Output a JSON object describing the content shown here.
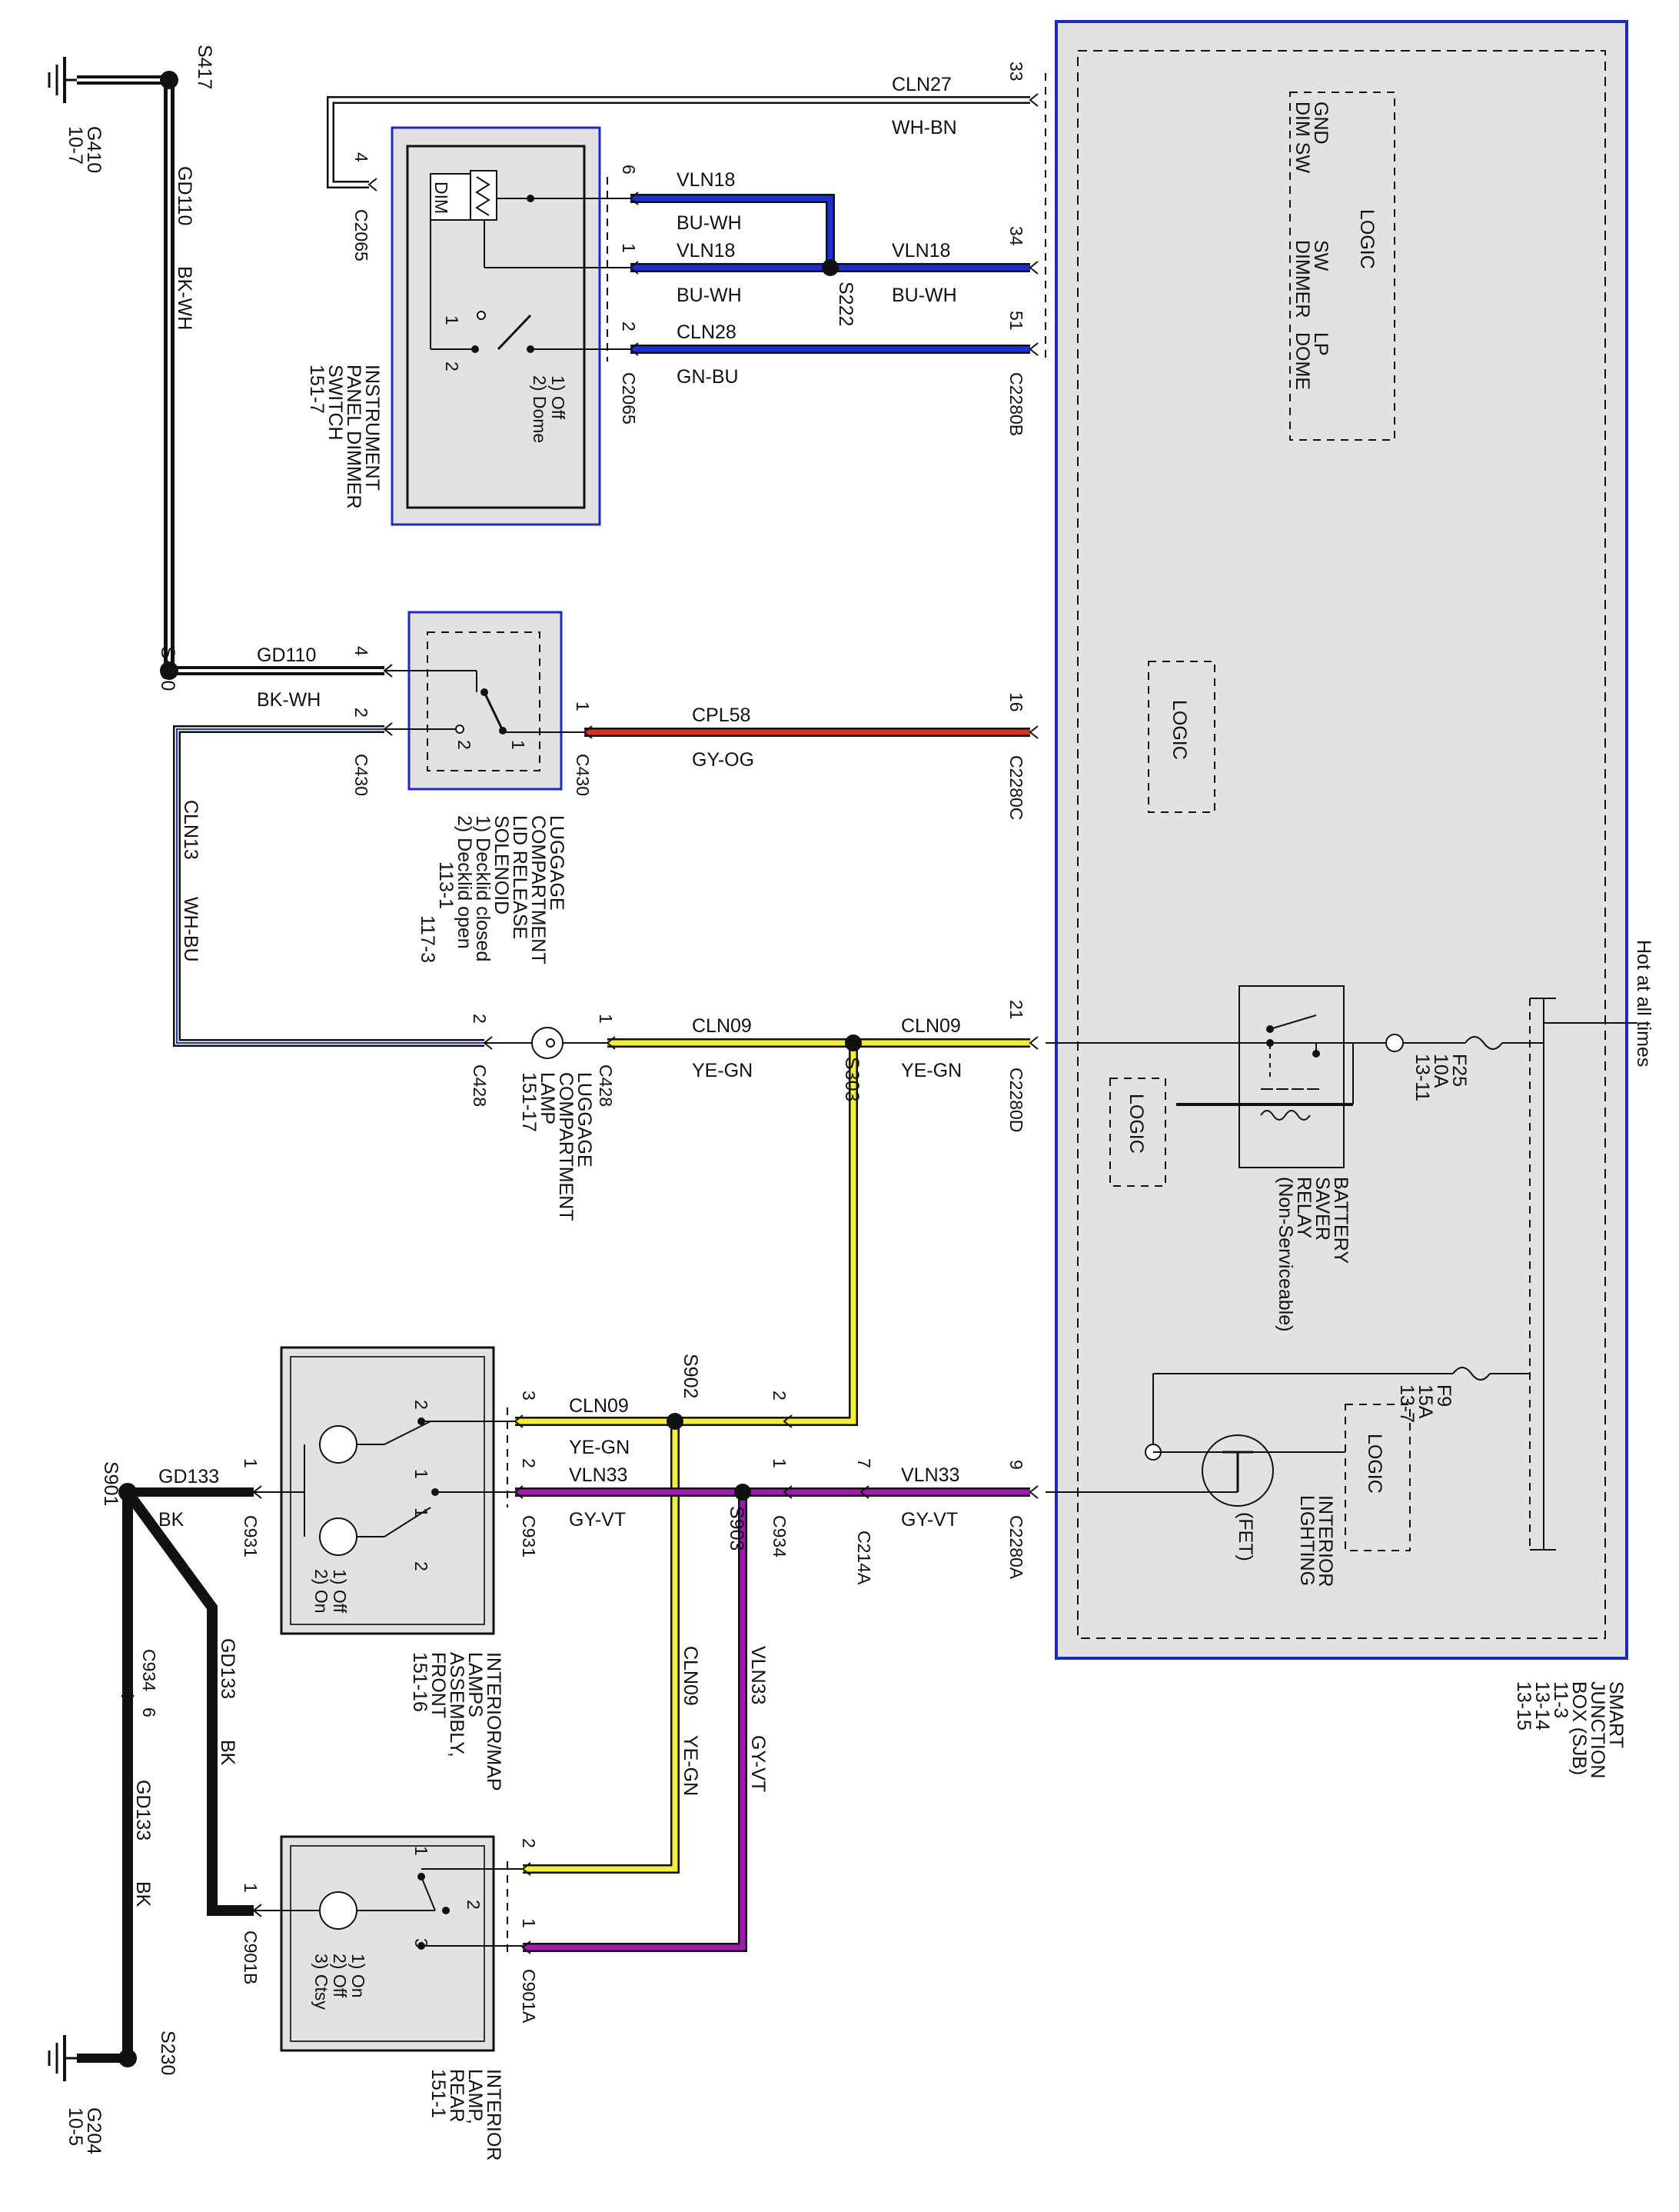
{
  "module": {
    "name_lines": [
      "SMART",
      "JUNCTION",
      "BOX (SJB)",
      "11-3",
      "13-14",
      "13-15"
    ],
    "hot_label": "Hot at all times",
    "logic_label": "LOGIC",
    "logic_top_lines": [
      "DIM SW",
      "GND",
      "DIMMER",
      "SW",
      "DOME",
      "LP"
    ],
    "fuse_f25": [
      "F25",
      "10A",
      "13-11"
    ],
    "fuse_f9": [
      "F9",
      "15A",
      "13-7"
    ],
    "battery_saver_relay": [
      "BATTERY",
      "SAVER",
      "RELAY",
      "(Non-Serviceable)"
    ],
    "interior_lighting": [
      "INTERIOR",
      "LIGHTING",
      "(FET)"
    ]
  },
  "connectors": {
    "c2280b": "C2280B",
    "c2280c": "C2280C",
    "c2280d": "C2280D",
    "c2280a": "C2280A",
    "c2065": "C2065",
    "c430": "C430",
    "c428": "C428",
    "c931": "C931",
    "c934": "C934",
    "c214a": "C214A",
    "c901a": "C901A",
    "c901b": "C901B",
    "c934_6": "C934"
  },
  "pins": {
    "p33": "33",
    "p34": "34",
    "p51": "51",
    "p16": "16",
    "p21": "21",
    "p9": "9",
    "p7": "7",
    "p6": "6",
    "p1": "1",
    "p2": "2",
    "p3": "3",
    "p4": "4",
    "pdash6": "6"
  },
  "circuits": {
    "cln27": "CLN27",
    "whbn": "WH-BN",
    "vln18": "VLN18",
    "buwh": "BU-WH",
    "cln28": "CLN28",
    "gnbu": "GN-BU",
    "cpl58": "CPL58",
    "gyog": "GY-OG",
    "cln09": "CLN09",
    "yegn": "YE-GN",
    "vln33": "VLN33",
    "gyvt": "GY-VT",
    "cln13": "CLN13",
    "whbu": "WH-BU",
    "gd110": "GD110",
    "bkwh": "BK-WH",
    "gd133": "GD133",
    "bk": "BK"
  },
  "splices": {
    "s222": "S222",
    "s303": "S303",
    "s902": "S902",
    "s903": "S903",
    "s417": "S417",
    "s400": "S400",
    "s901": "S901",
    "s230": "S230"
  },
  "grounds": {
    "g410": [
      "G410",
      "10-7"
    ],
    "g204": [
      "G204",
      "10-5"
    ]
  },
  "components": {
    "dimmer_switch": [
      "INSTRUMENT",
      "PANEL DIMMER",
      "SWITCH",
      "151-7"
    ],
    "dimmer_inner": "DIM",
    "dimmer_states": [
      "1) Off",
      "2) Dome"
    ],
    "solenoid": [
      "LUGGAGE",
      "COMPARTMENT",
      "LID RELEASE",
      "SOLENOID",
      "1) Decklid closed",
      "2) Decklid open"
    ],
    "solenoid_refs": [
      "113-1",
      "117-3"
    ],
    "lug_lamp": [
      "LUGGAGE",
      "COMPARTMENT",
      "LAMP",
      "151-17"
    ],
    "front_lamps": [
      "INTERIOR/MAP",
      "LAMPS",
      "ASSEMBLY,",
      "FRONT",
      "151-16"
    ],
    "front_states": [
      "1) Off",
      "2) On"
    ],
    "rear_lamp": [
      "INTERIOR",
      "LAMP,",
      "REAR",
      "151-1"
    ],
    "rear_states": [
      "1) On",
      "2) Off",
      "3) Ctsy"
    ]
  },
  "colors": {
    "module_fill": "#e2e2e2",
    "module_border": "#1f2bb8",
    "wire_blue": "#1a2fd6",
    "wire_red": "#d8311c",
    "wire_yellow": "#f2ee3a",
    "wire_violet": "#a01ab0",
    "wire_black": "#111111"
  }
}
